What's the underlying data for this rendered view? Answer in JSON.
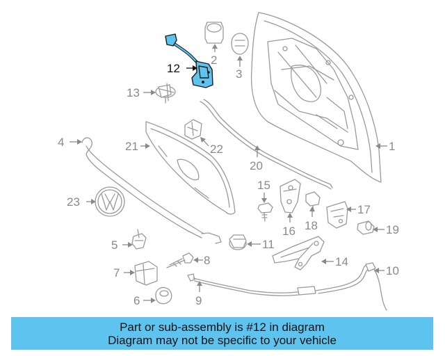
{
  "highlight": {
    "part": "12",
    "color": "#5ec4ef"
  },
  "callouts": [
    "1",
    "2",
    "3",
    "4",
    "5",
    "6",
    "7",
    "8",
    "9",
    "10",
    "11",
    "12",
    "13",
    "14",
    "15",
    "16",
    "17",
    "18",
    "19",
    "20",
    "21",
    "22",
    "23"
  ],
  "banner": {
    "line1": "Part or sub-assembly is #12 in diagram",
    "line2": "Diagram may not be specific to your vehicle",
    "color": "#5ec4ef"
  }
}
